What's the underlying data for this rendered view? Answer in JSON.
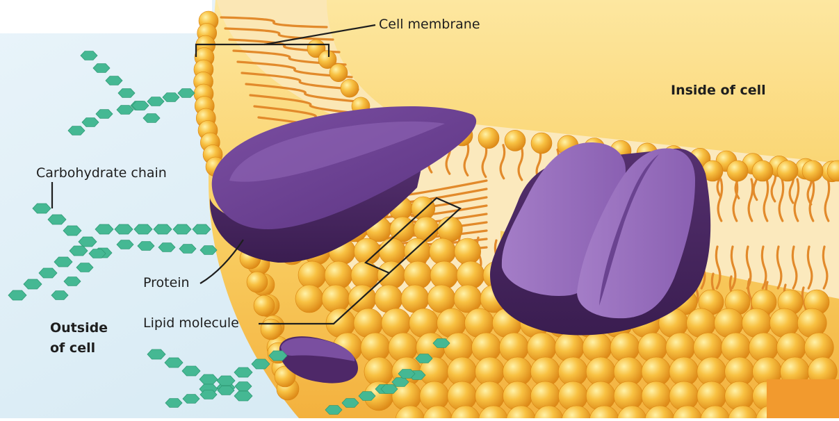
{
  "labels": {
    "cell_membrane": "Cell membrane",
    "inside_of_cell": "Inside of cell",
    "carbohydrate_chain": "Carbohydrate chain",
    "protein": "Protein",
    "lipid_molecule": "Lipid molecule",
    "outside_of_cell_line1": "Outside",
    "outside_of_cell_line2": "of cell"
  },
  "colors": {
    "inside_fill": "#f9cf63",
    "outside_fill": "#e3f0f7",
    "phospholipid_head": "#f4a92f",
    "lipid_tail": "#e28a2b",
    "protein_dark": "#4e2868",
    "protein_light": "#9b6fc0",
    "carbohydrate": "#45b893"
  }
}
